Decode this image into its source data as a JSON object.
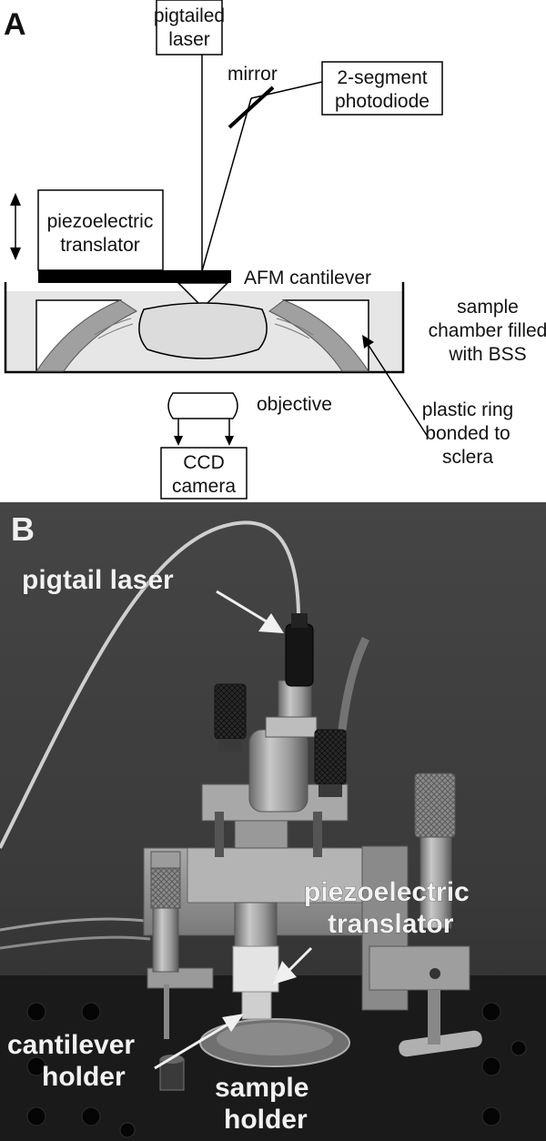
{
  "panel_a": {
    "letter": "A",
    "laser_line1": "pigtailed",
    "laser_line2": "laser",
    "mirror": "mirror",
    "photodiode_line1": "2-segment",
    "photodiode_line2": "photodiode",
    "piezo_line1": "piezoelectric",
    "piezo_line2": "translator",
    "cantilever": "AFM cantilever",
    "chamber_line1": "sample",
    "chamber_line2": "chamber filled",
    "chamber_line3": "with BSS",
    "objective": "objective",
    "ring_line1": "plastic ring",
    "ring_line2": "bonded to",
    "ring_line3": "sclera",
    "camera_line1": "CCD",
    "camera_line2": "camera"
  },
  "panel_b": {
    "letter": "B",
    "pigtail": "pigtail laser",
    "piezo_line1": "piezoelectric",
    "piezo_line2": "translator",
    "cantilever_line1": "cantilever",
    "cantilever_line2": "holder",
    "sample_line1": "sample",
    "sample_line2": "holder"
  },
  "colors": {
    "chamber_fill": "#e6e6e6",
    "lens_fill": "#dcdcdc",
    "tissue": "#a0a0a0",
    "photo_background": "#3f3f3f"
  }
}
